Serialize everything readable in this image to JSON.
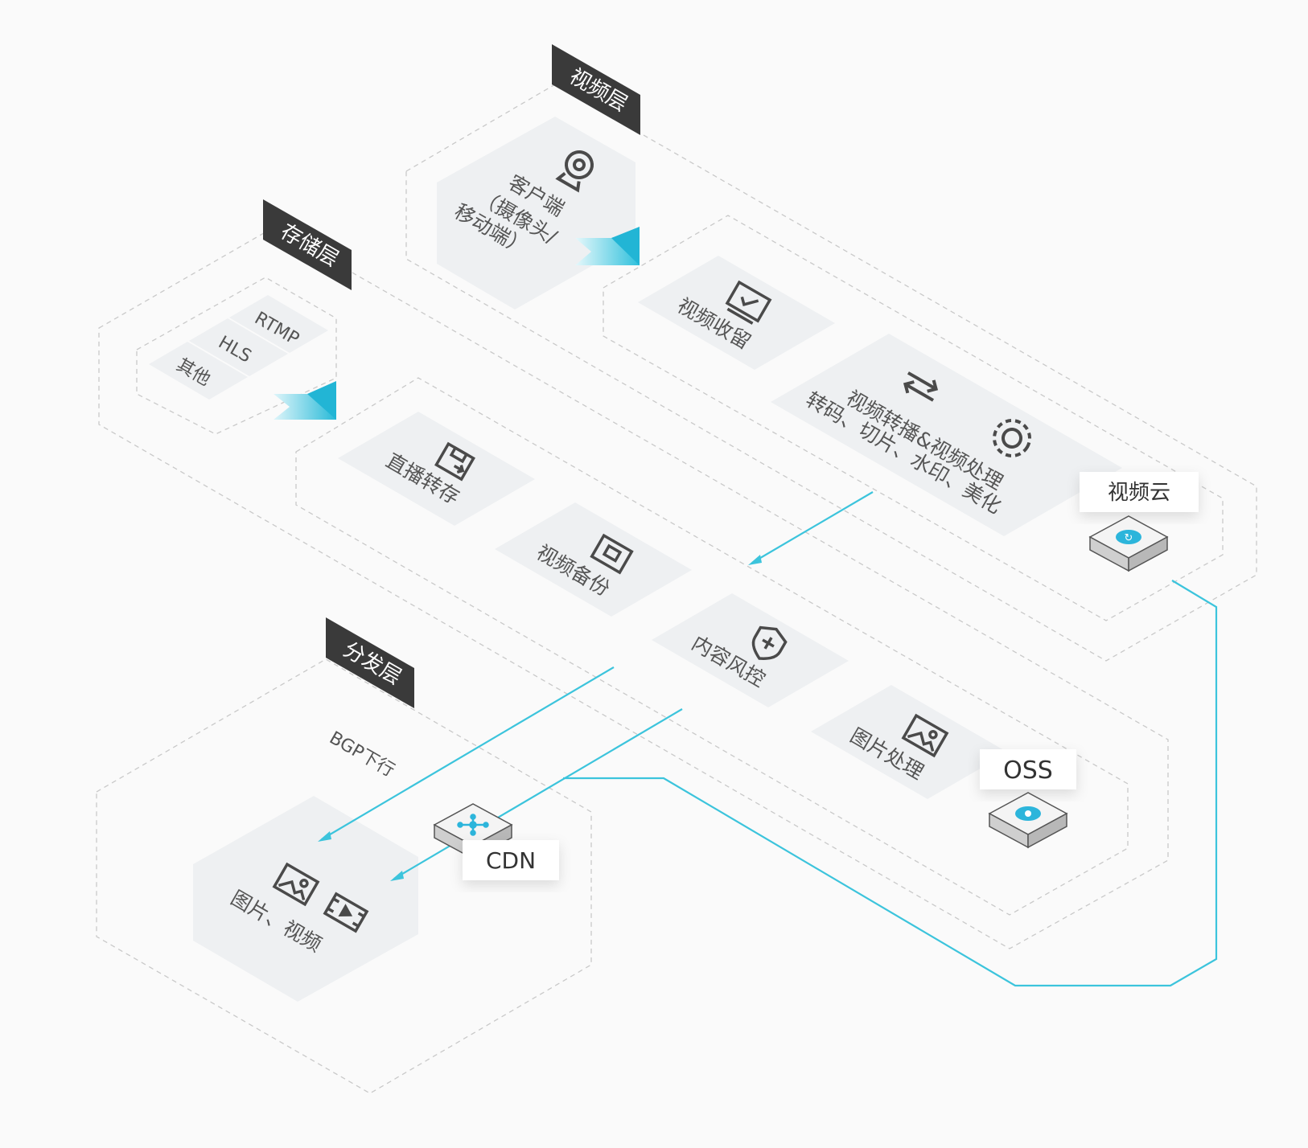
{
  "layers": {
    "video_layer": "视频层",
    "storage_layer": "存储层",
    "distribution_layer": "分发层"
  },
  "client": {
    "line1": "客户端",
    "line2": "（摄像头/",
    "line3": "移动端）"
  },
  "protocols": [
    "RTMP",
    "HLS",
    "其他"
  ],
  "video_cloud_items": {
    "record": "视频收留",
    "transcode_title": "视频转播&视频处理",
    "transcode_sub": "转码、切片、水印、美化"
  },
  "storage_items": {
    "live_save": "直播转存",
    "video_backup": "视频备份",
    "content_risk": "内容风控",
    "image_process": "图片处理"
  },
  "services": {
    "video_cloud": "视频云",
    "oss": "OSS",
    "cdn": "CDN"
  },
  "distribution": {
    "bgp": "BGP下行",
    "media": "图片、视频"
  },
  "colors": {
    "accent": "#3cc4dc",
    "dark_tag": "#3a3a3a",
    "tile": "#eef0f2"
  }
}
